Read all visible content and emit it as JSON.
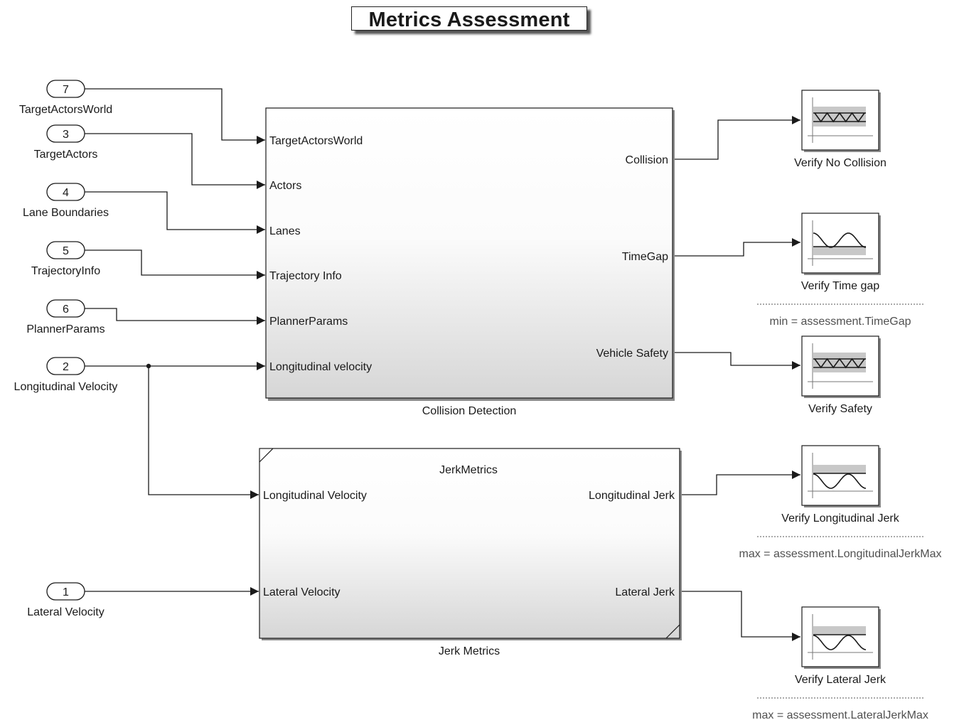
{
  "title": "Metrics Assessment",
  "inports": [
    {
      "number": "7",
      "label": "TargetActorsWorld"
    },
    {
      "number": "3",
      "label": "TargetActors"
    },
    {
      "number": "4",
      "label": "Lane Boundaries"
    },
    {
      "number": "5",
      "label": "TrajectoryInfo"
    },
    {
      "number": "6",
      "label": "PlannerParams"
    },
    {
      "number": "2",
      "label": "Longitudinal Velocity"
    },
    {
      "number": "1",
      "label": "Lateral Velocity"
    }
  ],
  "collision_block": {
    "name": "Collision Detection",
    "inputs": [
      "TargetActorsWorld",
      "Actors",
      "Lanes",
      "Trajectory Info",
      "PlannerParams",
      "Longitudinal velocity"
    ],
    "outputs": [
      "Collision",
      "TimeGap",
      "Vehicle Safety"
    ]
  },
  "jerk_block": {
    "title": "JerkMetrics",
    "name": "Jerk Metrics",
    "inputs": [
      "Longitudinal Velocity",
      "Lateral Velocity"
    ],
    "outputs": [
      "Longitudinal Jerk",
      "Lateral Jerk"
    ]
  },
  "verify_blocks": [
    {
      "name": "Verify No Collision",
      "icon": "band-zigzag-icon",
      "param": ""
    },
    {
      "name": "Verify Time gap",
      "icon": "lower-bound-wave-icon",
      "param": "min = assessment.TimeGap"
    },
    {
      "name": "Verify Safety",
      "icon": "band-zigzag-icon",
      "param": ""
    },
    {
      "name": "Verify Longitudinal Jerk",
      "icon": "upper-bound-wave-icon",
      "param": "max = assessment.LongitudinalJerkMax"
    },
    {
      "name": "Verify Lateral Jerk",
      "icon": "upper-bound-wave-icon",
      "param": "max = assessment.LateralJerkMax"
    }
  ],
  "colors": {
    "line": "#1a1a1a",
    "band": "#c8c8c8",
    "param_text": "#505050"
  }
}
